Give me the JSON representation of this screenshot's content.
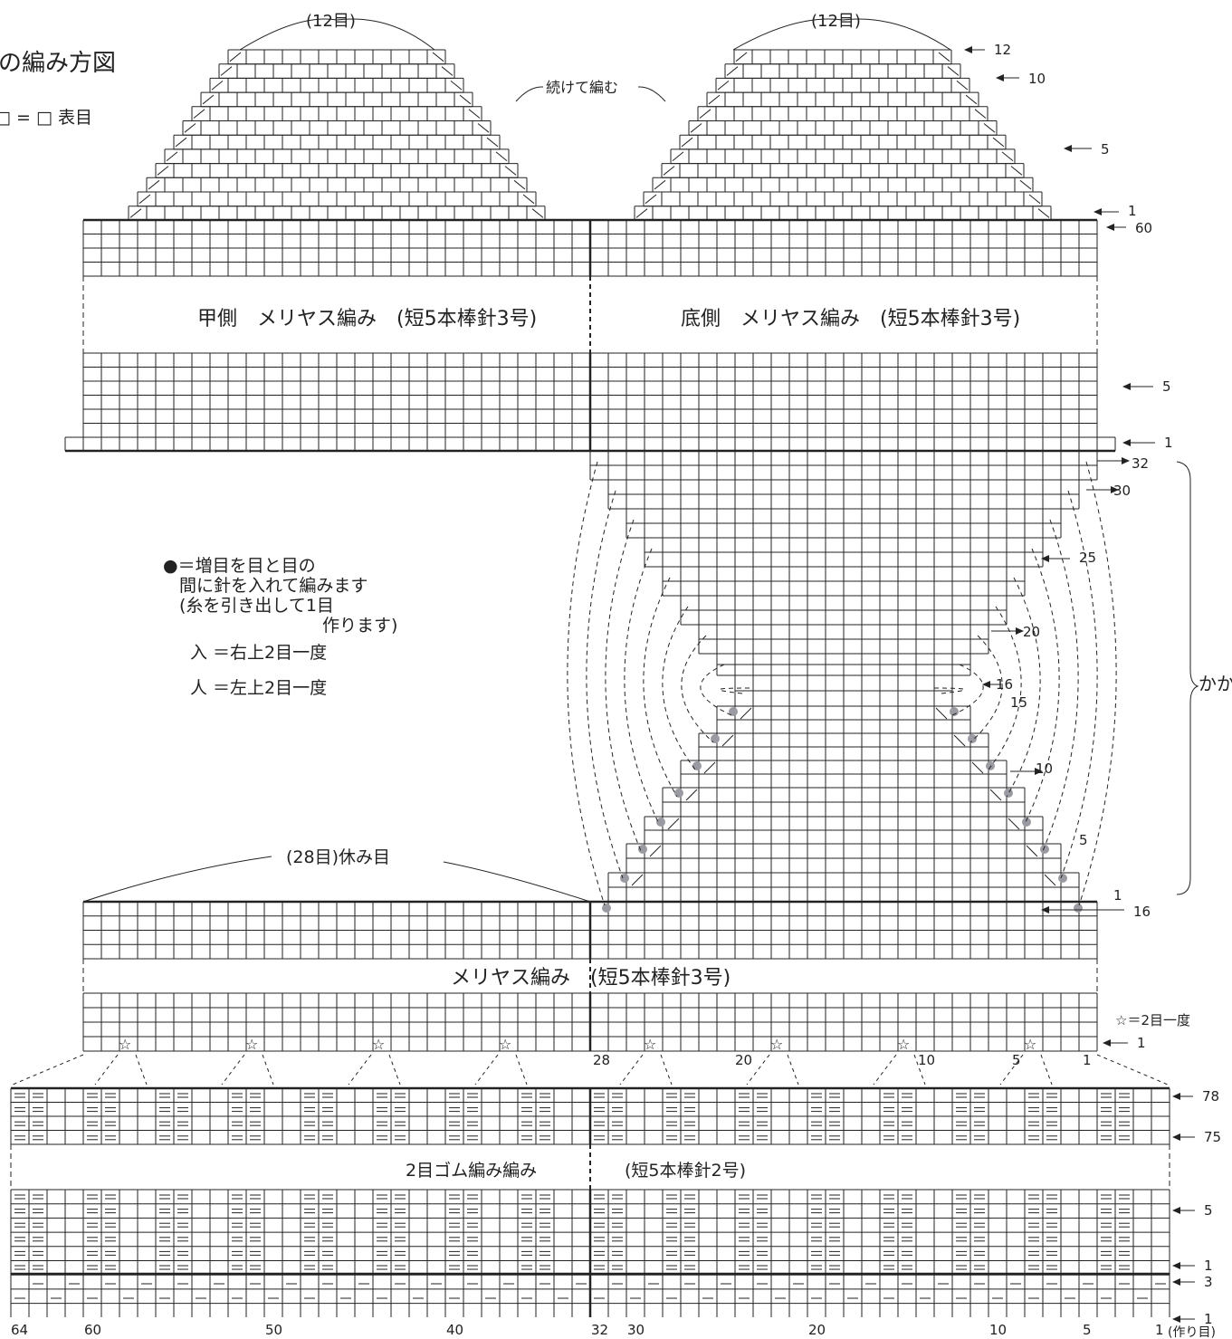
{
  "title": "の編み方図",
  "key": {
    "knit": "□ = □ 表目",
    "increase": "●＝増目を目と目の",
    "increase_2": "間に針を入れて編みます",
    "increase_3": "(糸を引き出して1目",
    "increase_4": "作ります)",
    "ssk": "入 ＝右上2目一度",
    "k2tog": "人 ＝左上2目一度",
    "star": "☆＝2目一度"
  },
  "toe": {
    "top_label_left": "(12目)",
    "top_label_right": "(12目)",
    "continue": "続けて編む",
    "section_left": "甲側　メリヤス編み　(短5本棒針3号)",
    "section_right": "底側　メリヤス編み　(短5本棒針3号)"
  },
  "gusset": {
    "label": "かか",
    "rest": "(28目)休み目"
  },
  "leg": {
    "section": "メリヤス編み　(短5本棒針3号)"
  },
  "cuff": {
    "section_left": "2目ゴム編み編み",
    "section_right": "(短5本棒針2号)",
    "cast_on": "(作り目)"
  },
  "row_numbers": {
    "toe": [
      "12",
      "10",
      "5",
      "1",
      "60"
    ],
    "instep": [
      "5",
      "1"
    ],
    "heel": [
      "32",
      "30",
      "25",
      "20",
      "16",
      "15",
      "10",
      "5",
      "1",
      "16"
    ],
    "leg": [
      "1"
    ],
    "cuff": [
      "78",
      "75",
      "5",
      "1",
      "3",
      "1"
    ]
  },
  "stitch_numbers": {
    "leg": [
      "28",
      "20",
      "10",
      "5",
      "1"
    ],
    "cuff": [
      "64",
      "60",
      "50",
      "40",
      "32",
      "30",
      "20",
      "10",
      "5",
      "1"
    ]
  },
  "colors": {
    "line": "#222222",
    "increase_dot": "#9a9aa2"
  }
}
